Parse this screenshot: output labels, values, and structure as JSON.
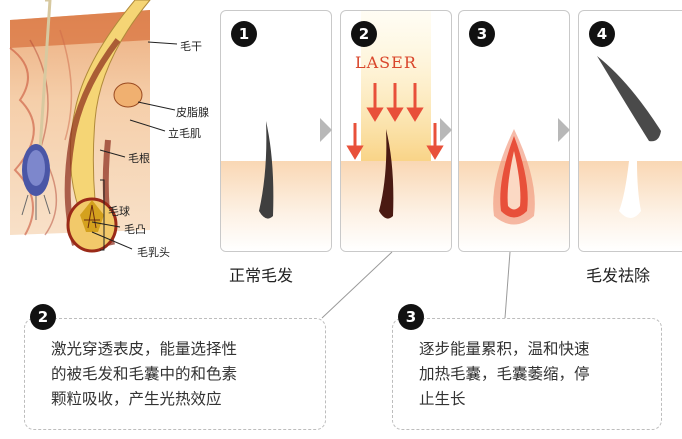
{
  "anatomy": {
    "labels": {
      "hair_shaft": "毛干",
      "sebaceous_gland": "皮脂腺",
      "arrector_pili": "立毛肌",
      "hair_root": "毛根",
      "hair_bulb": "毛球",
      "hair_bulge": "毛凸",
      "dermal_papilla": "毛乳头"
    }
  },
  "steps": [
    {
      "number": "1",
      "caption": "正常毛发"
    },
    {
      "number": "2",
      "laser_label": "LASER"
    },
    {
      "number": "3"
    },
    {
      "number": "4",
      "caption": "毛发祛除"
    }
  ],
  "notes": [
    {
      "number": "2",
      "lines": [
        "激光穿透表皮，能量选择性",
        "的被毛发和毛囊中的和色素",
        "颗粒吸收，产生光热效应"
      ]
    },
    {
      "number": "3",
      "lines": [
        "逐步能量累积，温和快速",
        "加热毛囊，毛囊萎缩，停",
        "止生长"
      ]
    }
  ],
  "colors": {
    "skin": "#f9d7b4",
    "hair": "#3a3a3a",
    "laser": "#d9462b",
    "heat": "#e8503a",
    "arrow": "#b8b8b8"
  }
}
